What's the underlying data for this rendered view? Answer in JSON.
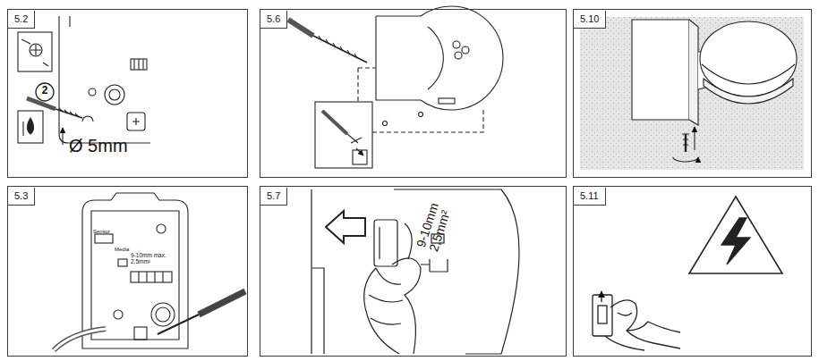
{
  "diagram": {
    "nodes": [
      {
        "text": [
          "5.2"
        ]
      },
      {
        "text": [
          "5.6"
        ]
      },
      {
        "text": [
          "5.10"
        ]
      },
      {
        "text": [
          "5.3"
        ]
      },
      {
        "text": [
          "5.7"
        ]
      },
      {
        "text": [
          "5.11"
        ]
      }
    ],
    "labels": [
      "2",
      "Ø 5mm",
      "Sensor",
      "Media",
      "9-10mm max. 2,5mm²",
      "9-10mm 2,5mm²"
    ]
  }
}
